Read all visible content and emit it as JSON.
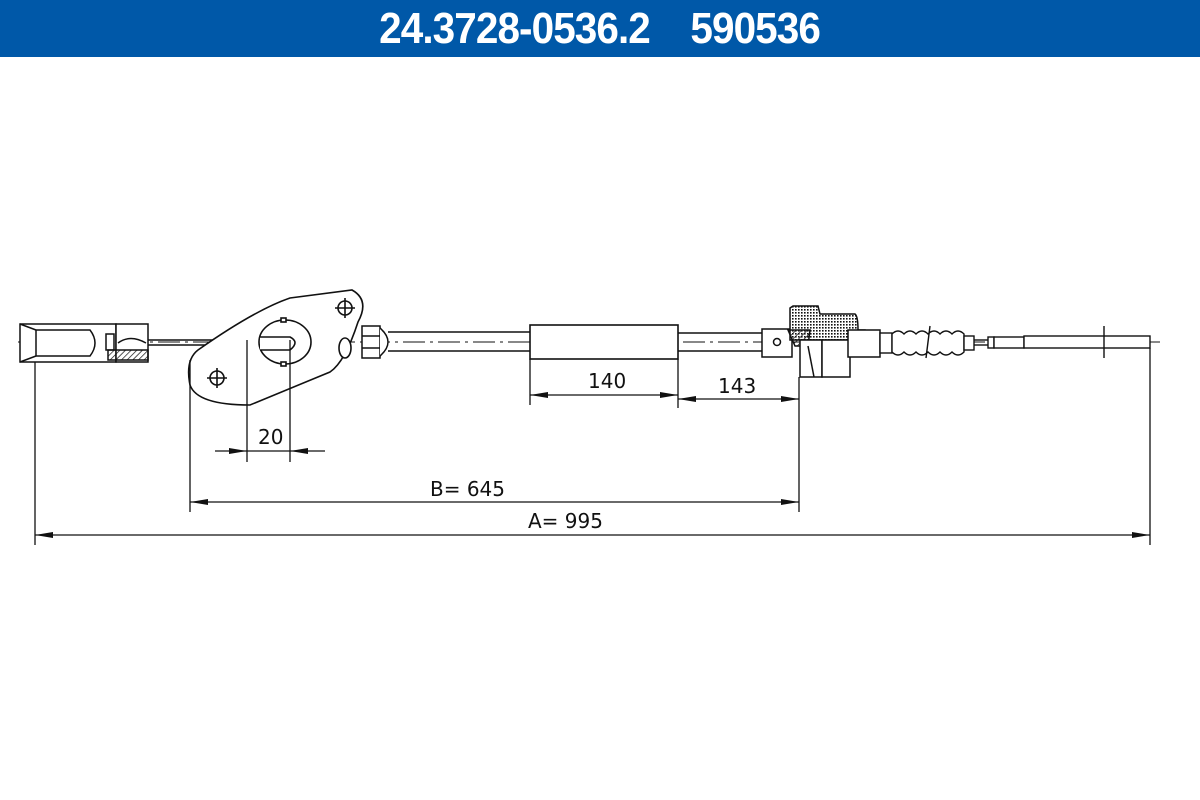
{
  "header": {
    "part_number": "24.3728-0536.2",
    "ref_number": "590536",
    "background_color": "#0058a8",
    "text_color": "#ffffff"
  },
  "drawing": {
    "type": "technical drawing - clutch cable",
    "line_color": "#111111",
    "dimensions": {
      "sleeve_length": "140",
      "sleeve_to_adjuster": "143",
      "bracket_offset": "20",
      "B": "B= 645",
      "A": "A= 995"
    }
  }
}
